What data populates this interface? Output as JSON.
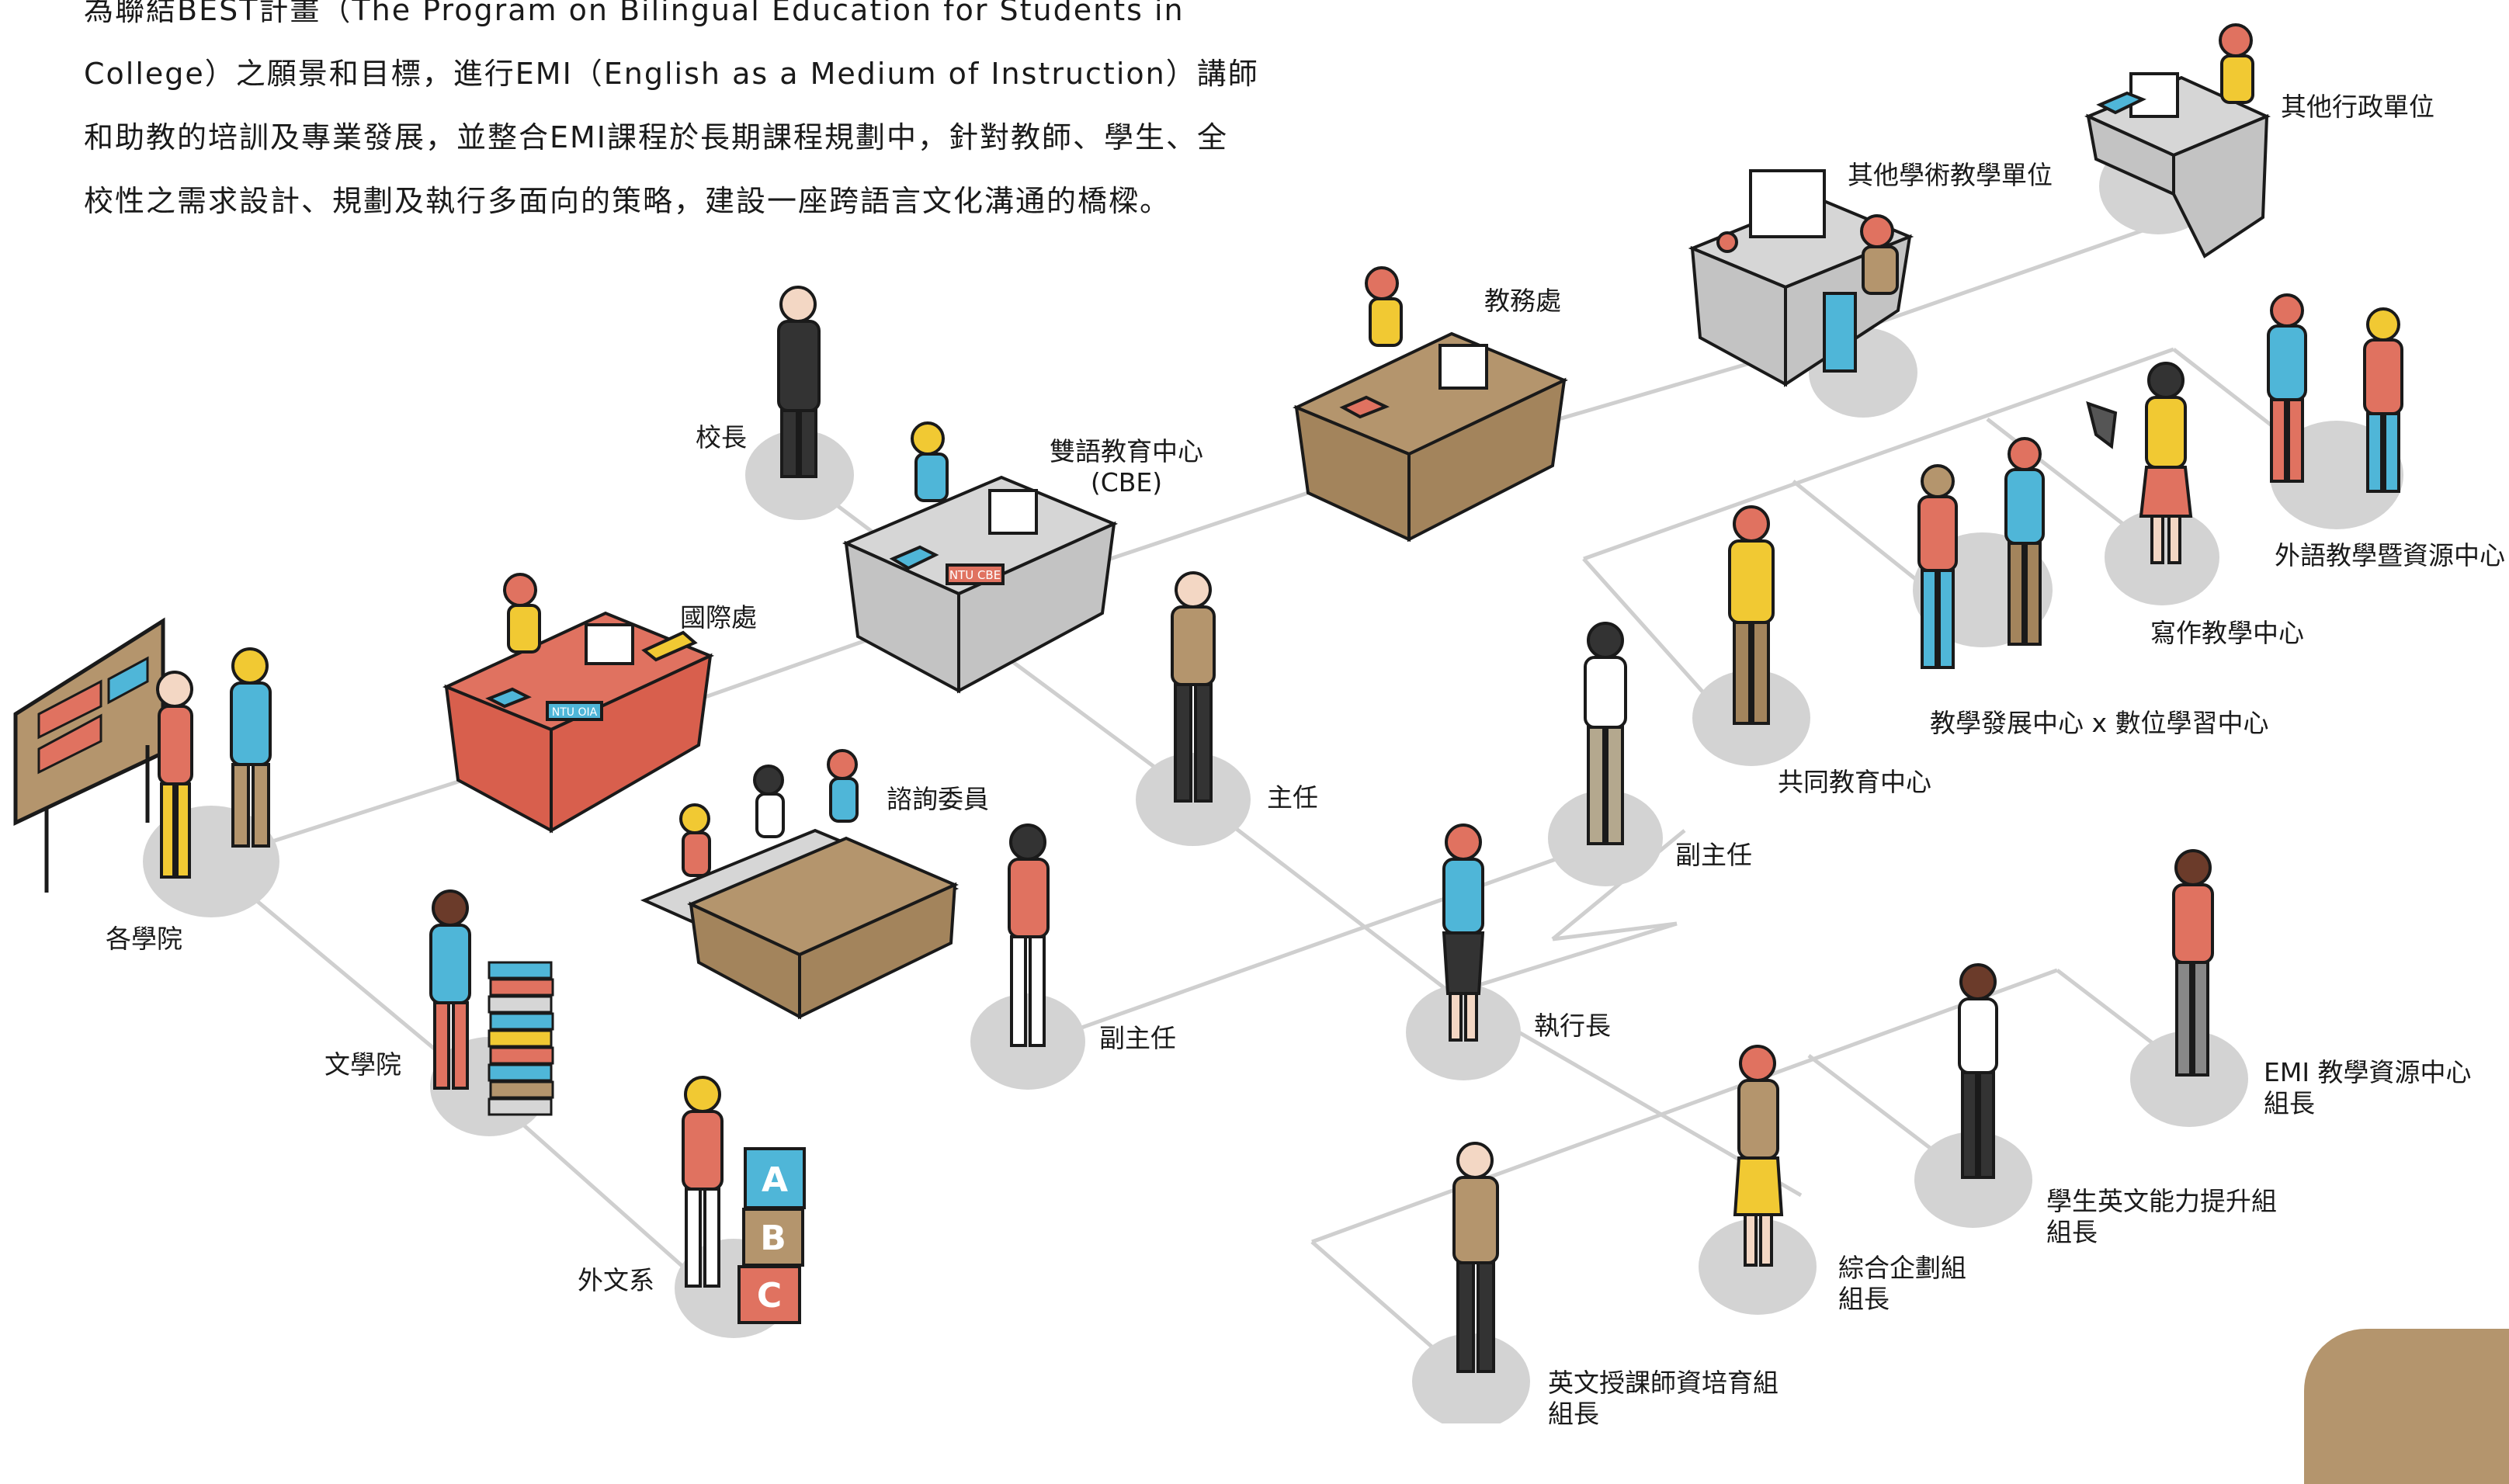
{
  "intro": {
    "lines": [
      "為聯結BEST計畫（The Program on Bilingual Education for Students in",
      "College）之願景和目標，進行EMI（English as a Medium of Instruction）講師",
      "和助教的培訓及專業發展，並整合EMI課程於長期課程規劃中，針對教師、學生、全",
      "校性之需求設計、規劃及執行多面向的策略，建設一座跨語言文化溝通的橋樑。"
    ]
  },
  "nodes": {
    "colleges": "各學院",
    "liberal_arts": "文學院",
    "foreign_lang_dept": "外文系",
    "oia": "國際處",
    "president": "校長",
    "cbe_line1": "雙語教育中心",
    "cbe_line2": "(CBE)",
    "advisory": "諮詢委員",
    "director": "主任",
    "deputy_director": "副主任",
    "academic_affairs": "教務處",
    "other_academic": "其他學術教學單位",
    "other_admin": "其他行政單位",
    "common_edu": "共同教育中心",
    "common_edu_deputy": "副主任",
    "ctld": "教學發展中心 x 數位學習中心",
    "writing": "寫作教學中心",
    "flrc": "外語教學暨資源中心",
    "ceo": "執行長",
    "emi_resource_line1": "EMI 教學資源中心",
    "emi_resource_line2": "組長",
    "student_english_line1": "學生英文能力提升組",
    "student_english_line2": "組長",
    "planning_line1": "綜合企劃組",
    "planning_line2": "組長",
    "teacher_training_line1": "英文授課師資培育組",
    "teacher_training_line2": "組長"
  },
  "desk_signs": {
    "cbe": "NTU CBE",
    "oia": "NTU OIA"
  },
  "blocks": [
    "A",
    "B",
    "C"
  ],
  "colors": {
    "connector": "#cfcfcf",
    "shadow": "#d3d3d3",
    "wood": "#b4956d",
    "coral": "#e07260",
    "grey_desk": "#d6d6d6",
    "yellow": "#f1c933",
    "blue": "#4fb6d8",
    "corner_tab": "#b4956d"
  }
}
